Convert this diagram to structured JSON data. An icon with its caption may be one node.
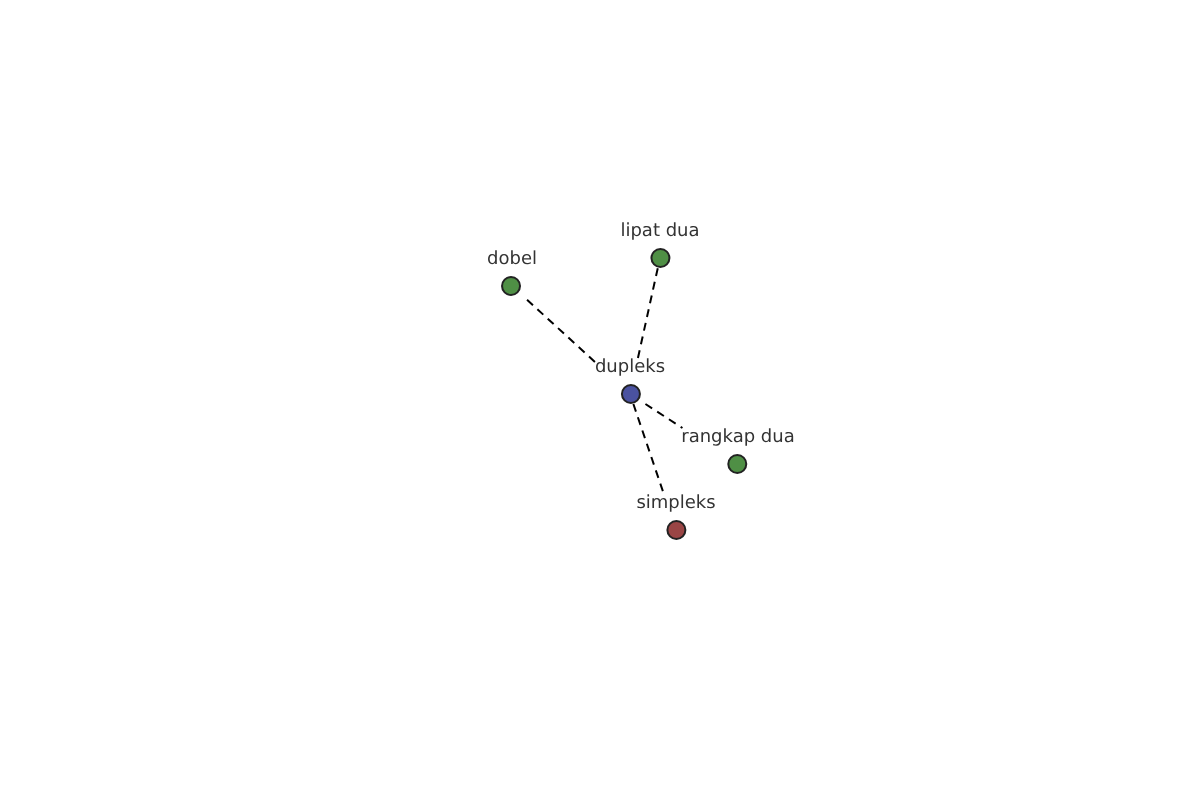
{
  "diagram": {
    "nodes": [
      {
        "text": [
          "dobel"
        ]
      },
      {
        "text": [
          "lipat dua"
        ]
      },
      {
        "text": [
          "dupleks"
        ]
      },
      {
        "text": [
          "rangkap dua"
        ]
      },
      {
        "text": [
          "simpleks"
        ]
      }
    ],
    "edges": [
      {
        "from": 2,
        "to": 0,
        "arrow": "none",
        "style": "dashed"
      },
      {
        "from": 2,
        "to": 1,
        "arrow": "none",
        "style": "dashed"
      },
      {
        "from": 2,
        "to": 3,
        "arrow": "none",
        "style": "dashed"
      },
      {
        "from": 2,
        "to": 4,
        "arrow": "none",
        "style": "dashed"
      }
    ]
  }
}
